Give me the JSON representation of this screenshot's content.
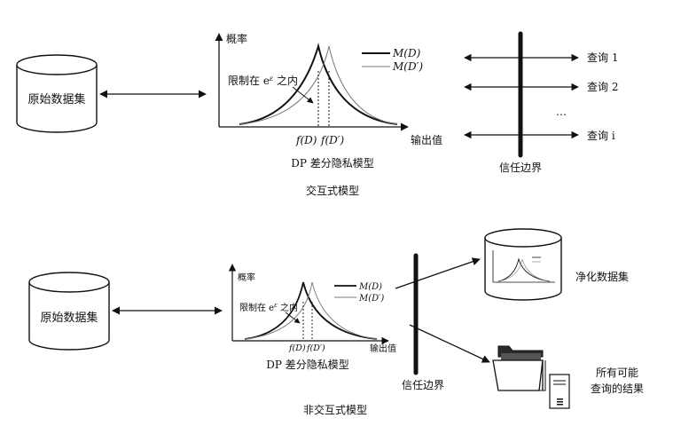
{
  "interactive": {
    "database_label": "原始数据集",
    "curve_axis_y": "概率",
    "curve_axis_x": "输出值",
    "legend_md": "M(D)",
    "legend_md2": "M(D′)",
    "constraint_text": "限制在 e",
    "constraint_sup": "ε",
    "constraint_tail": " 之内",
    "tick_fd": "f(D)",
    "tick_fd2": "f(D′)",
    "model_caption": "DP 差分隐私模型",
    "trust_boundary": "信任边界",
    "queries": [
      "查询 1",
      "查询 2",
      "…",
      "查询 i"
    ],
    "section_title": "交互式模型"
  },
  "noninteractive": {
    "database_label": "原始数据集",
    "curve_axis_y": "概率",
    "curve_axis_x": "输出值",
    "legend_md": "M(D)",
    "legend_md2": "M(D′)",
    "constraint_text": "限制在 e",
    "constraint_sup": "ε",
    "constraint_tail": " 之内",
    "tick_fd": "f(D)",
    "tick_fd2": "f(D′)",
    "model_caption": "DP 差分隐私模型",
    "trust_boundary": "信任边界",
    "sanitized_dataset": "净化数据集",
    "all_results_line1": "所有可能",
    "all_results_line2": "查询的结果",
    "section_title": "非交互式模型"
  },
  "colors": {
    "ink": "#111111",
    "thin_curve": "#777777",
    "folder_dark": "#2a2a2a"
  }
}
